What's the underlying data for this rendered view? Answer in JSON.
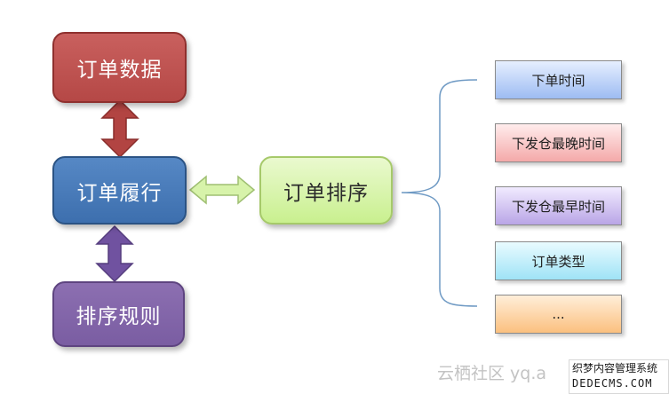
{
  "nodes": {
    "order_data": "订单数据",
    "order_fulfillment": "订单履行",
    "sort_rules": "排序规则",
    "order_sort": "订单排序"
  },
  "options": [
    "下单时间",
    "下发仓最晚时间",
    "下发仓最早时间",
    "订单类型",
    "..."
  ],
  "watermark": {
    "text": "云栖社区 yq.a",
    "stamp_line1": "织梦内容管理系统",
    "stamp_line2": "DEDECMS.COM"
  },
  "colors": {
    "red_box": "#b54846",
    "blue_box": "#3d6fae",
    "purple_box": "#7a5da2",
    "green_box": "#c9f08f"
  }
}
